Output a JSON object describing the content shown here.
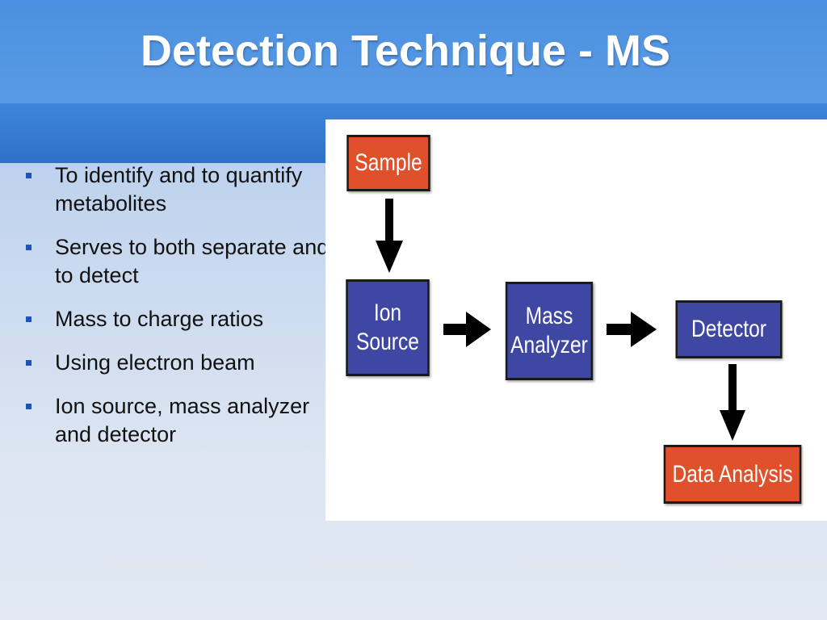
{
  "slide": {
    "title": "Detection Technique - MS"
  },
  "bullets": [
    "To identify and to quantify metabolites",
    "Serves to both separate and to detect",
    "Mass to charge ratios",
    "Using electron beam",
    "Ion source, mass analyzer and detector"
  ],
  "diagram": {
    "nodes": {
      "sample": "Sample",
      "ion_source": [
        "Ion",
        "Source"
      ],
      "mass_analyzer": [
        "Mass",
        "Analyzer"
      ],
      "detector": "Detector",
      "data_analysis": "Data Analysis"
    },
    "colors": {
      "orange_box": "#e0502a",
      "blue_box": "#3e47a2",
      "arrow": "#000000"
    },
    "flow": [
      "Sample",
      "Ion Source",
      "Mass Analyzer",
      "Detector",
      "Data Analysis"
    ]
  }
}
